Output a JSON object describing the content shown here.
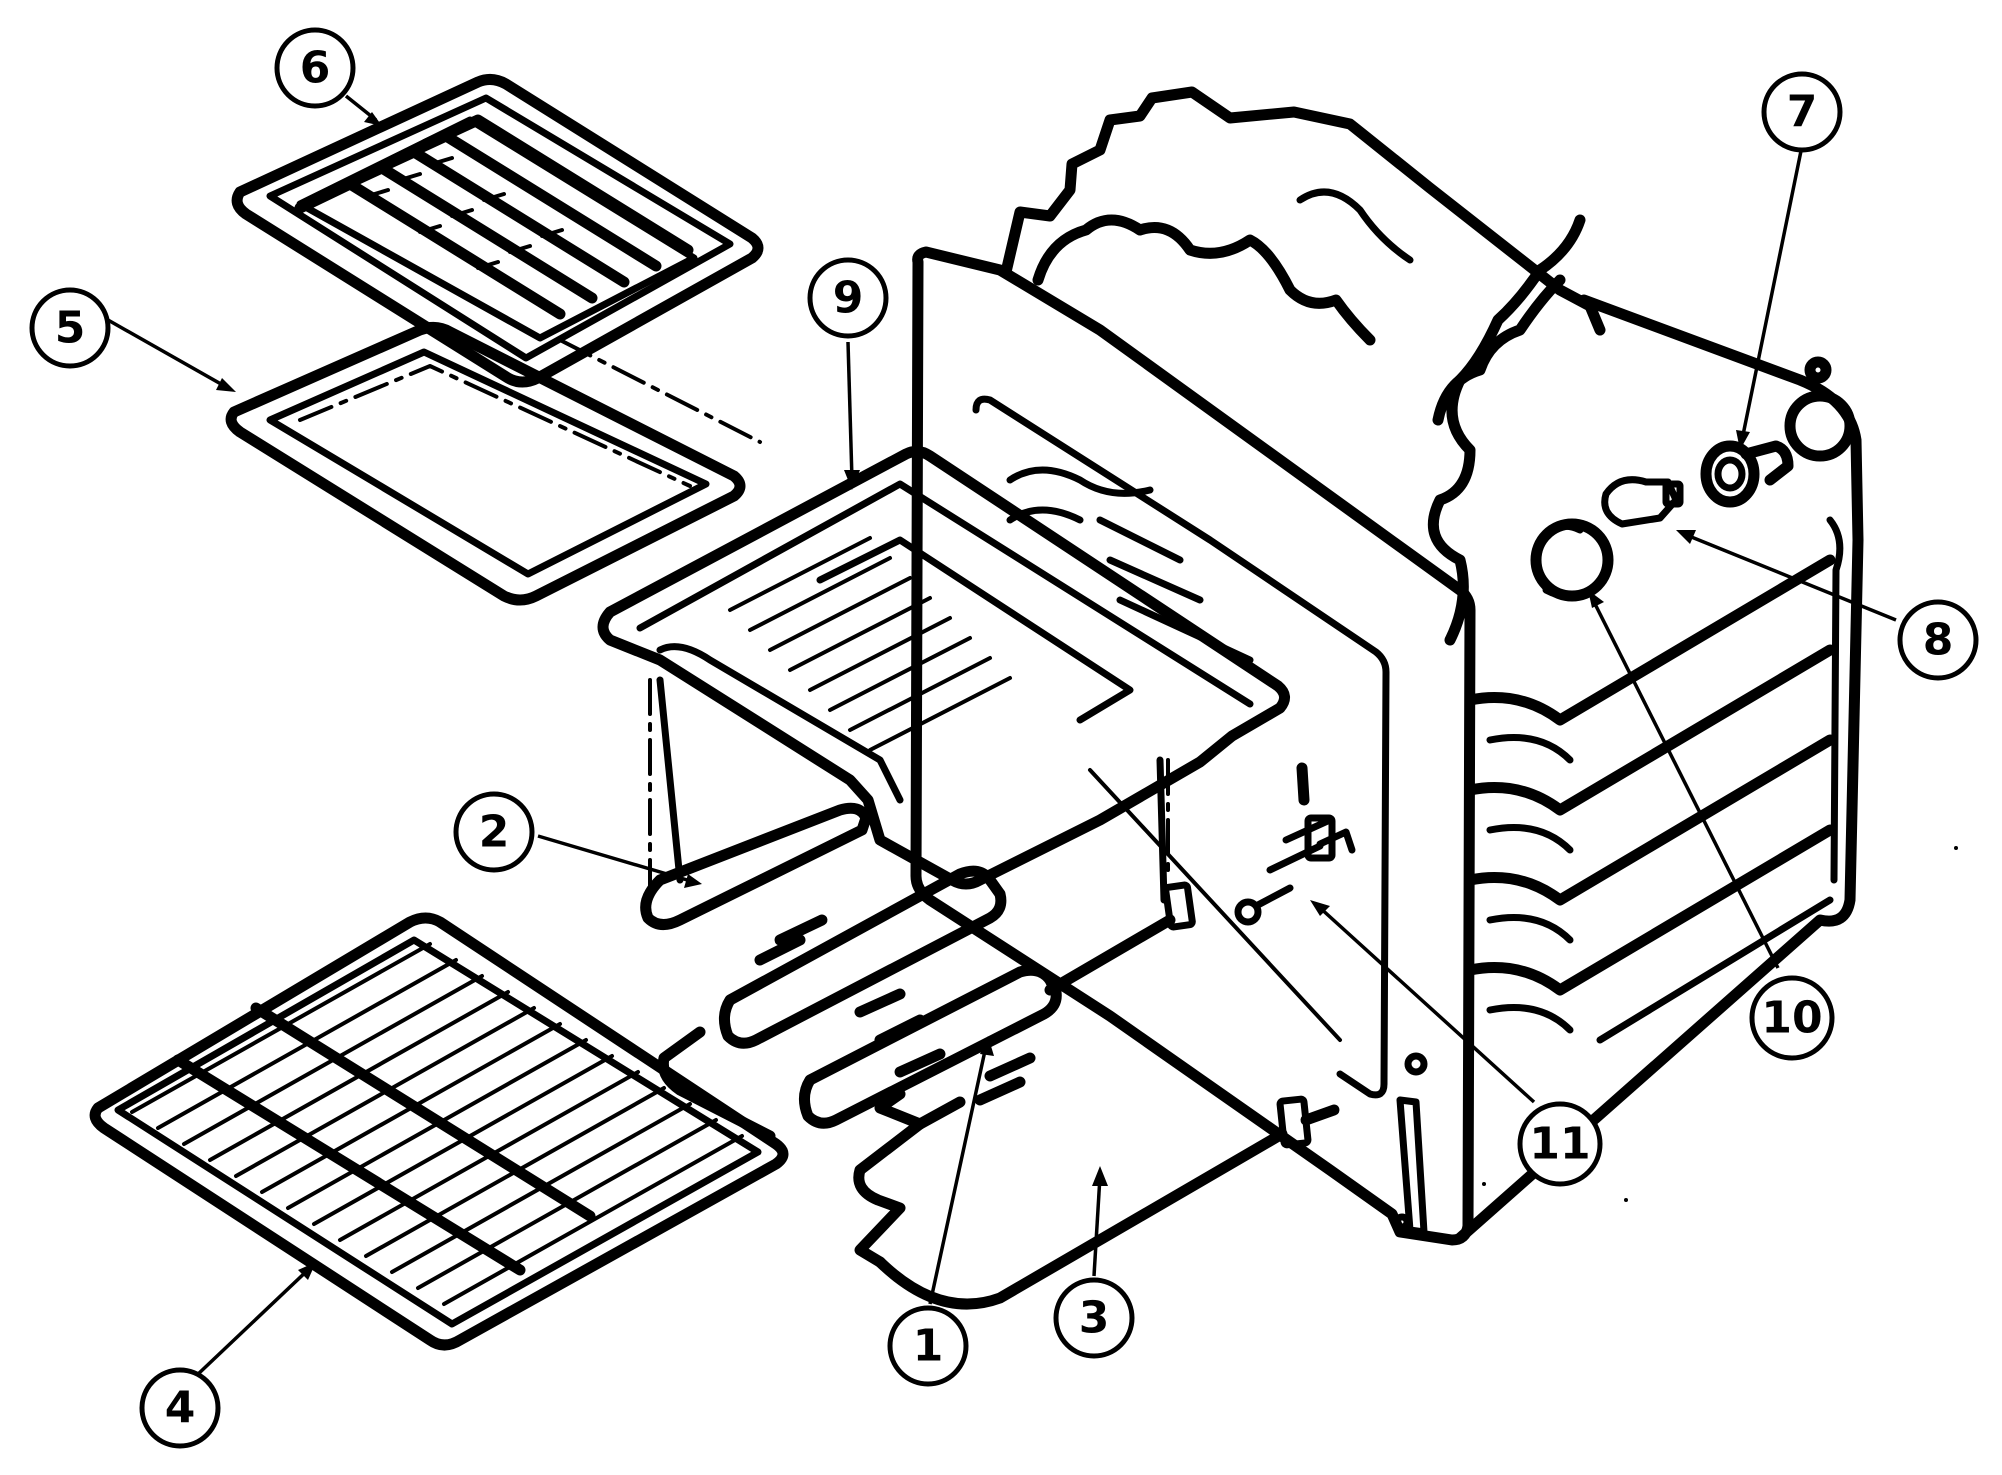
{
  "callouts": [
    {
      "id": "1",
      "label": "1",
      "part": "bake-element-center"
    },
    {
      "id": "2",
      "label": "2",
      "part": "broil-element"
    },
    {
      "id": "3",
      "label": "3",
      "part": "bake-element"
    },
    {
      "id": "4",
      "label": "4",
      "part": "oven-rack"
    },
    {
      "id": "5",
      "label": "5",
      "part": "broiler-pan"
    },
    {
      "id": "6",
      "label": "6",
      "part": "broiler-pan-insert"
    },
    {
      "id": "7",
      "label": "7",
      "part": "light-socket"
    },
    {
      "id": "8",
      "label": "8",
      "part": "light-bulb"
    },
    {
      "id": "9",
      "label": "9",
      "part": "element-cover"
    },
    {
      "id": "10",
      "label": "10",
      "part": "light-lens"
    },
    {
      "id": "11",
      "label": "11",
      "part": "oven-sensor"
    }
  ]
}
